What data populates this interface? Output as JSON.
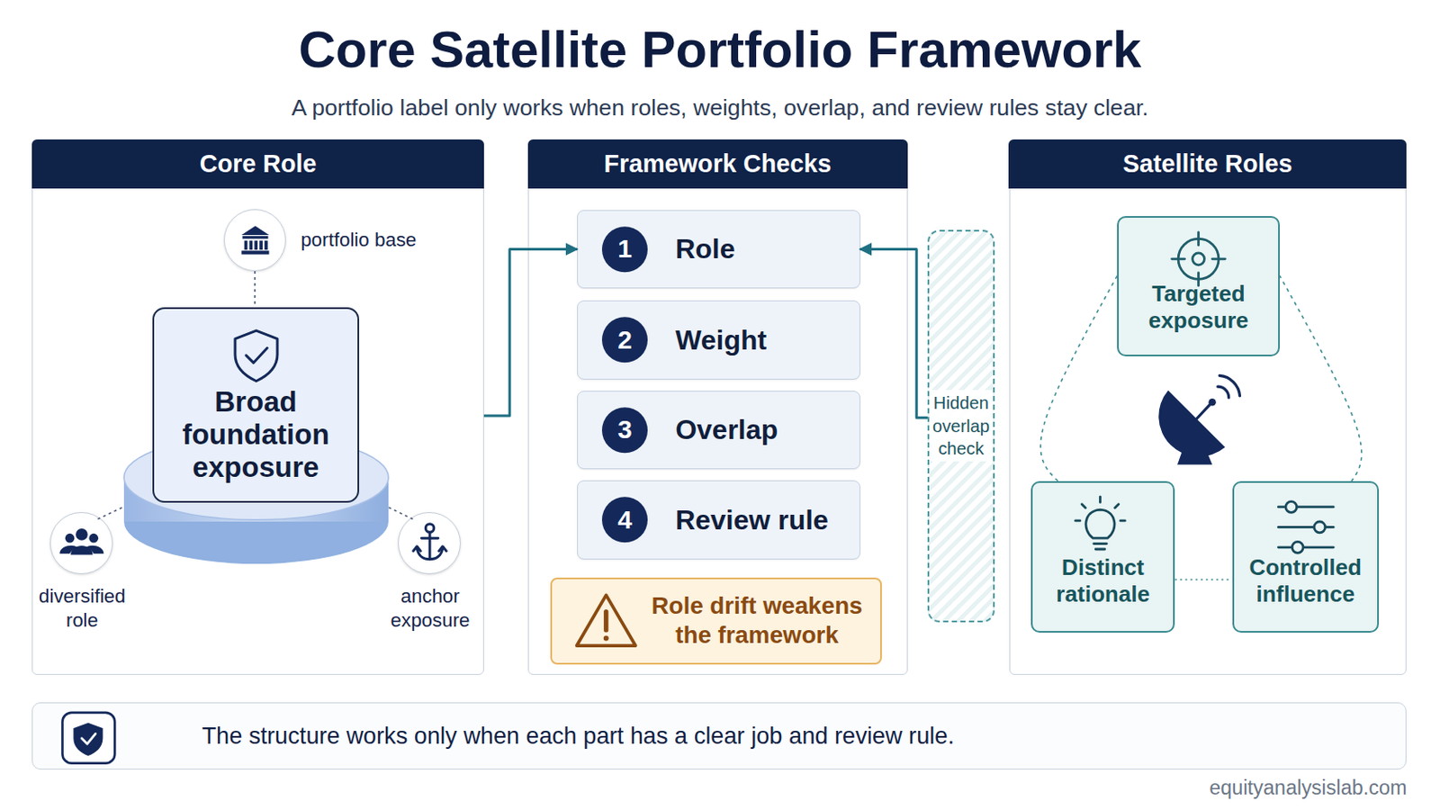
{
  "diagram": {
    "title": "Core Satellite Portfolio Framework",
    "caption": "A portfolio label only works when roles, weights, overlap, and review rules stay clear.",
    "nodes": [
      {
        "text": [
          "Core Role"
        ]
      },
      {
        "text": [
          "portfolio base"
        ],
        "in": 0
      },
      {
        "text": [
          "Broad foundation exposure"
        ],
        "in": 0
      },
      {
        "text": [
          "diversified role"
        ],
        "in": 0
      },
      {
        "text": [
          "anchor exposure"
        ],
        "in": 0
      },
      {
        "text": [
          "Framework Checks"
        ]
      },
      {
        "text": [
          "1",
          "Role"
        ],
        "in": 5
      },
      {
        "text": [
          "2",
          "Weight"
        ],
        "in": 5
      },
      {
        "text": [
          "3",
          "Overlap"
        ],
        "in": 5
      },
      {
        "text": [
          "4",
          "Review rule"
        ],
        "in": 5
      },
      {
        "text": [
          "Role drift weakens the framework"
        ],
        "in": 5
      },
      {
        "text": [
          "Hidden overlap check"
        ]
      },
      {
        "text": [
          "Satellite Roles"
        ]
      },
      {
        "text": [
          "Targeted exposure"
        ],
        "in": 12
      },
      {
        "text": [
          "Distinct rationale"
        ],
        "in": 12
      },
      {
        "text": [
          "Controlled influence"
        ],
        "in": 12
      },
      {
        "text": [
          "The structure works only when each part has a clear job and review rule."
        ]
      }
    ],
    "edges": [
      {
        "from": 0,
        "to": 6,
        "arrow": "to"
      },
      {
        "from": 11,
        "to": 6,
        "arrow": "to"
      },
      {
        "from": 1,
        "to": 2,
        "arrow": "none"
      },
      {
        "from": 3,
        "to": 2,
        "arrow": "none"
      },
      {
        "from": 4,
        "to": 2,
        "arrow": "none"
      },
      {
        "from": 13,
        "to": 14,
        "arrow": "none"
      },
      {
        "from": 14,
        "to": 15,
        "arrow": "none"
      },
      {
        "from": 15,
        "to": 13,
        "arrow": "none"
      }
    ],
    "labels": [
      "equityanalysislab.com"
    ]
  }
}
